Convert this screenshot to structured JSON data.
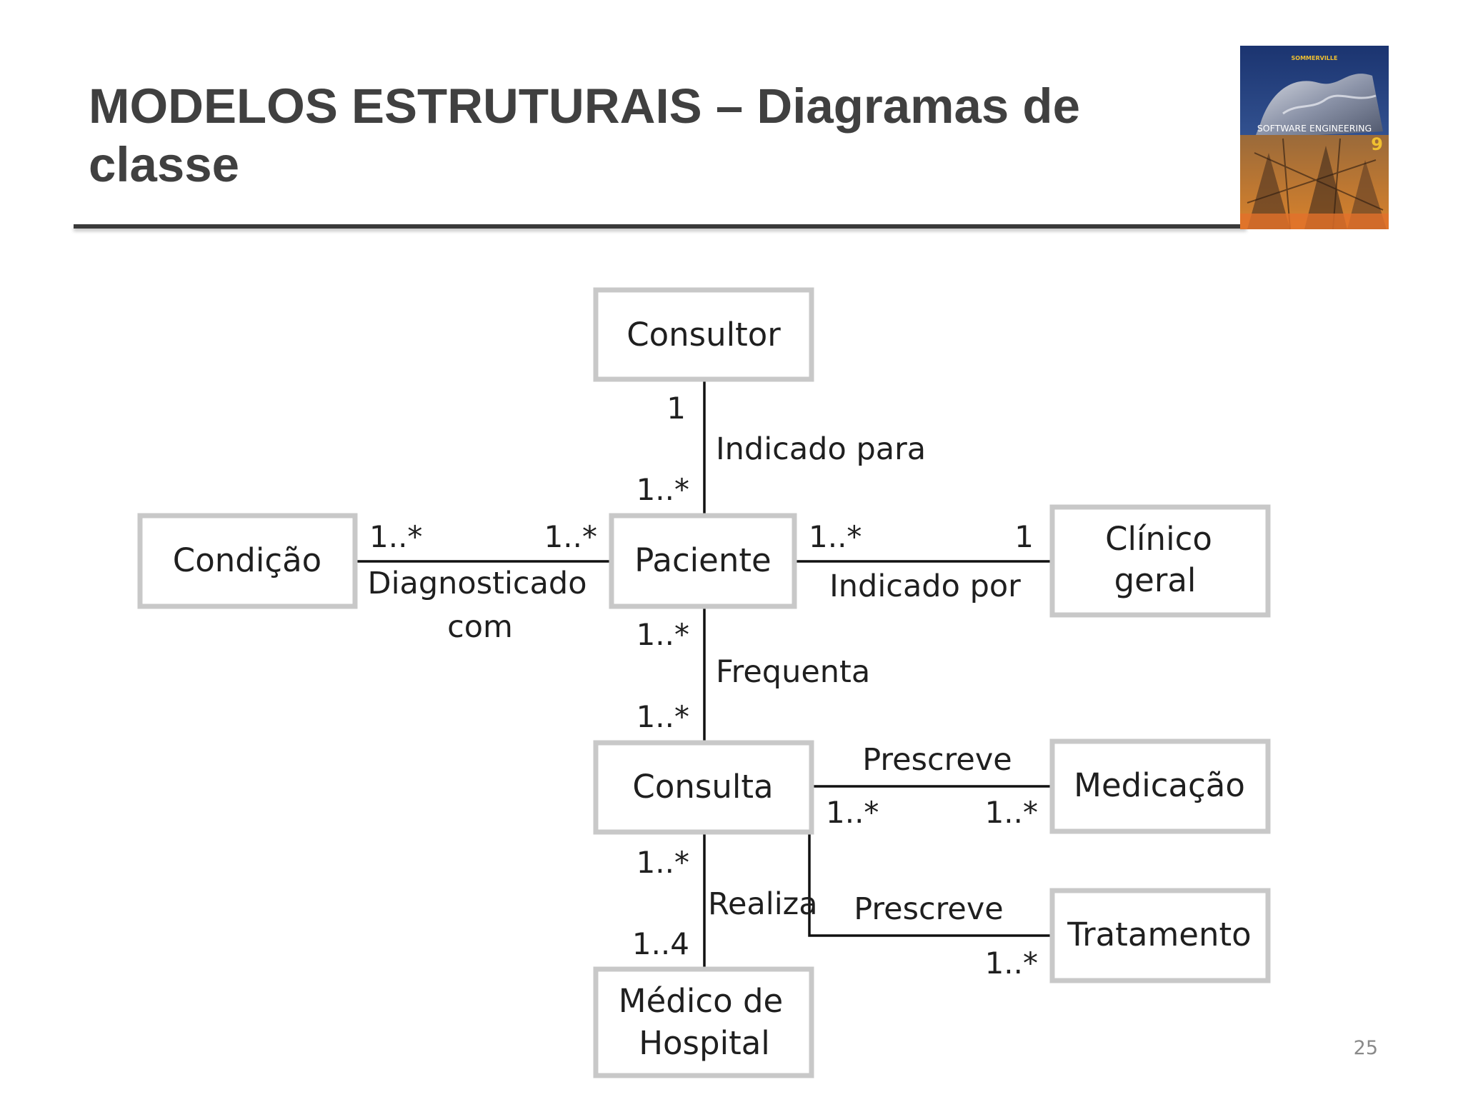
{
  "slide": {
    "title_line1": "MODELOS ESTRUTURAIS – Diagramas de",
    "title_line2": "classe",
    "page_number": "25"
  },
  "book_cover": {
    "author": "SOMMERVILLE",
    "title": "SOFTWARE ENGINEERING",
    "edition": "9"
  },
  "diagram": {
    "classes": {
      "consultor": [
        "Consultor"
      ],
      "condicao": [
        "Condição"
      ],
      "paciente": [
        "Paciente"
      ],
      "clinico": [
        "Clínico",
        "geral"
      ],
      "consulta": [
        "Consulta"
      ],
      "medicacao": [
        "Medicação"
      ],
      "tratamento": [
        "Tratamento"
      ],
      "medico": [
        "Médico de",
        "Hospital"
      ]
    },
    "associations": {
      "consultor_paciente": {
        "label": [
          "Indicado para"
        ],
        "mult_top": "1",
        "mult_bottom": "1..*"
      },
      "condicao_paciente": {
        "label": [
          "Diagnosticado",
          "com"
        ],
        "mult_left": "1..*",
        "mult_right": "1..*"
      },
      "paciente_clinico": {
        "label": [
          "Indicado por"
        ],
        "mult_left": "1..*",
        "mult_right": "1"
      },
      "paciente_consulta": {
        "label": [
          "Frequenta"
        ],
        "mult_top": "1..*",
        "mult_bottom": "1..*"
      },
      "consulta_medicacao": {
        "label": [
          "Prescreve"
        ],
        "mult_left": "1..*",
        "mult_right": "1..*"
      },
      "consulta_tratamento": {
        "label": [
          "Prescreve"
        ],
        "mult_right": "1..*"
      },
      "consulta_medico": {
        "label": [
          "Realiza"
        ],
        "mult_top": "1..*",
        "mult_bottom": "1..4"
      }
    }
  }
}
